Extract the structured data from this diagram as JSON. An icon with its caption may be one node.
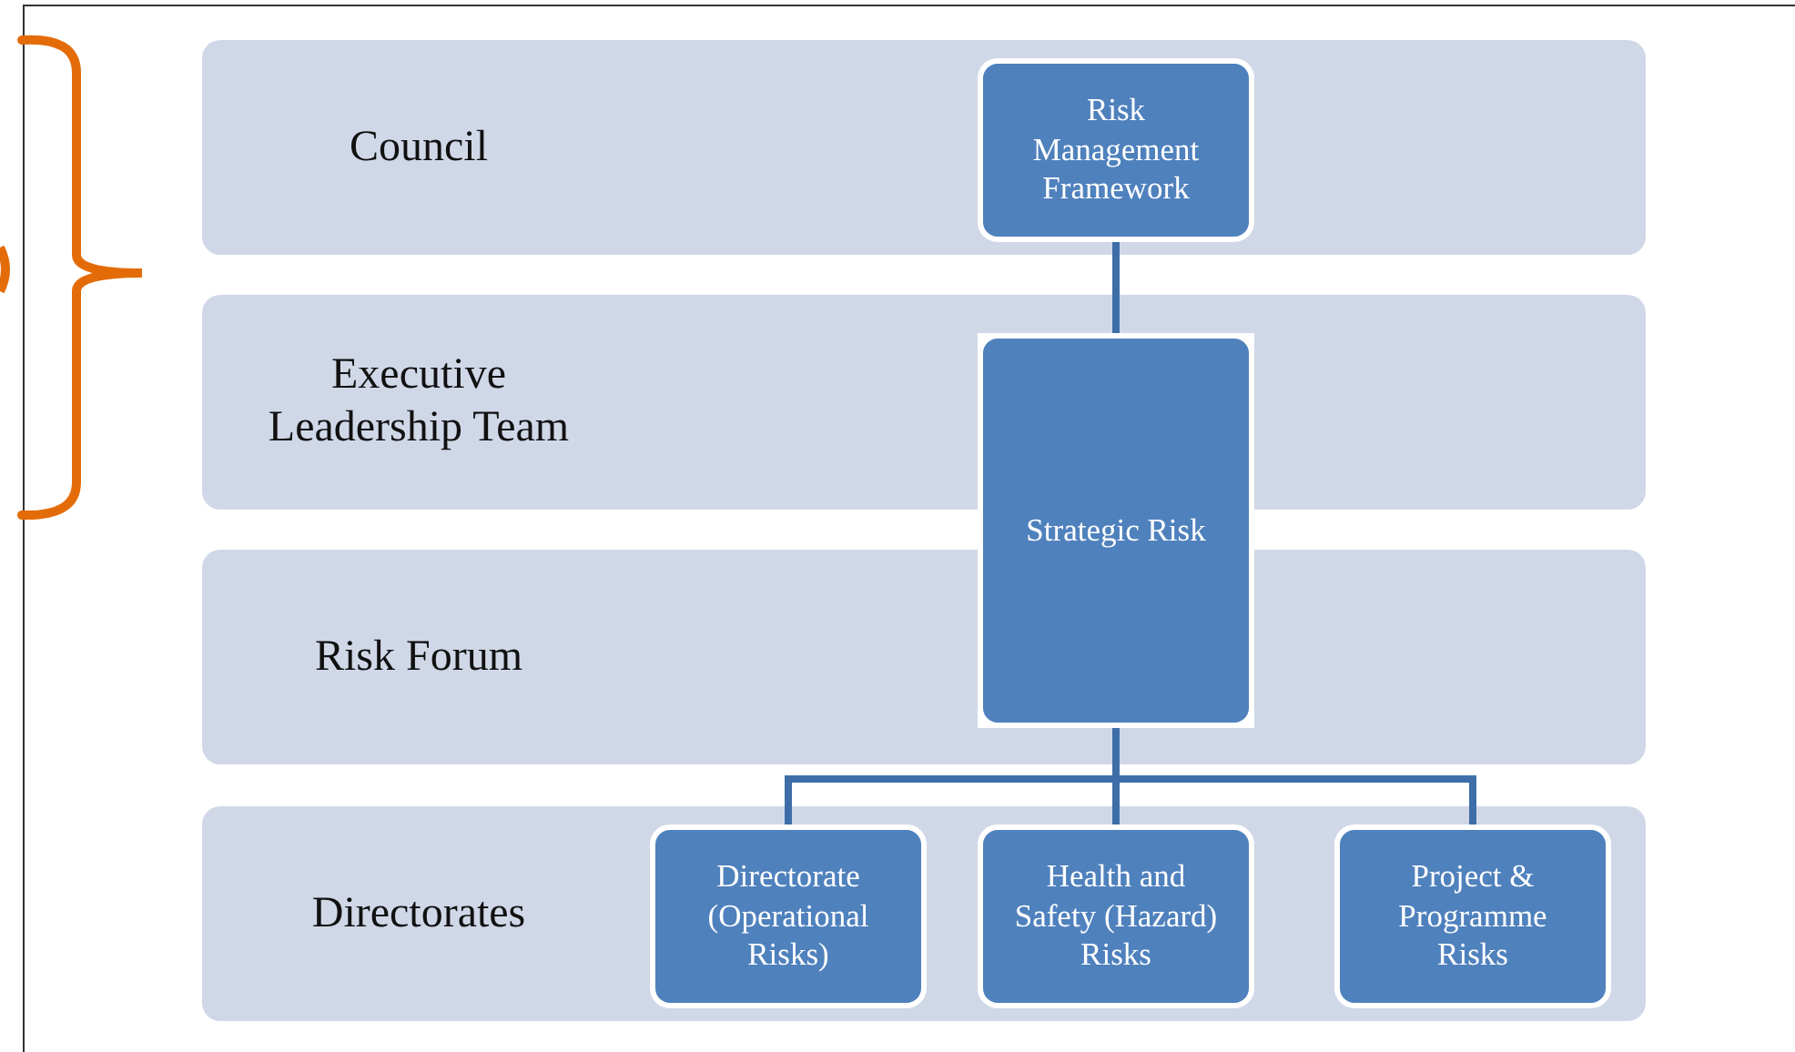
{
  "diagram": {
    "nodes": [
      {
        "text": [
          "Council"
        ]
      },
      {
        "text": [
          "Risk Management Framework"
        ],
        "in": 0
      },
      {
        "text": [
          "Executive Leadership Team"
        ]
      },
      {
        "text": [
          "Strategic Risk"
        ]
      },
      {
        "text": [
          "Risk Forum"
        ]
      },
      {
        "text": [
          "Directorates"
        ]
      },
      {
        "text": [
          "Directorate (Operational Risks)"
        ],
        "in": 5
      },
      {
        "text": [
          "Health and Safety (Hazard) Risks"
        ],
        "in": 5
      },
      {
        "text": [
          "Project & Programme Risks"
        ],
        "in": 5
      }
    ],
    "edges": [
      {
        "from": 1,
        "to": 3,
        "arrow": "none"
      },
      {
        "from": 3,
        "to": 6,
        "arrow": "none"
      },
      {
        "from": 3,
        "to": 7,
        "arrow": "none"
      },
      {
        "from": 3,
        "to": 8,
        "arrow": "none"
      }
    ]
  }
}
